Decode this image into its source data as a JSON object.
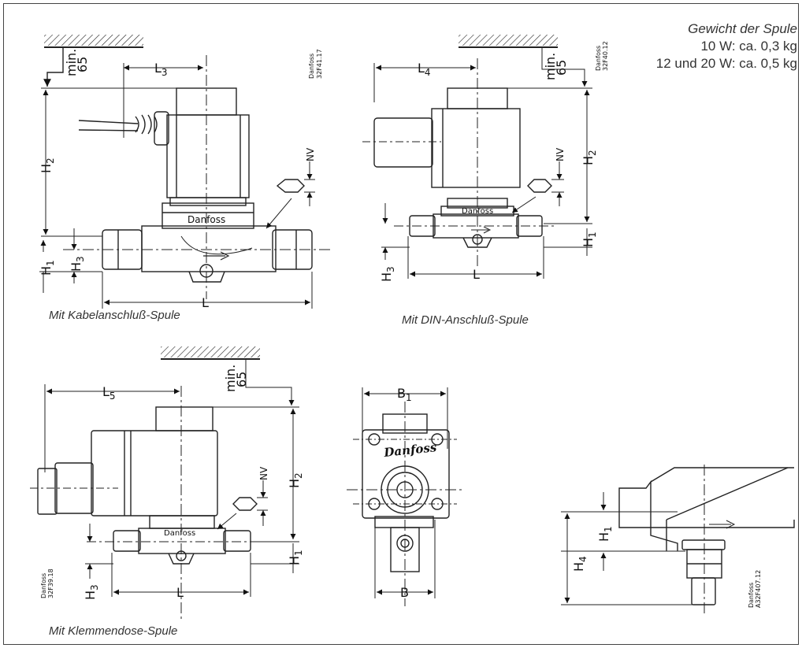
{
  "weight": {
    "title": "Gewicht der Spule",
    "line1": "10 W: ca. 0,3 kg",
    "line2": "12 und 20 W: ca. 0,5 kg"
  },
  "captions": {
    "cable": "Mit Kabelanschluß-Spule",
    "din": "Mit DIN-Anschluß-Spule",
    "terminal": "Mit Klemmendose-Spule"
  },
  "dimensions": {
    "min": "min.",
    "min_value": "65",
    "L": "L",
    "L3": "L",
    "L3_sub": "3",
    "L4": "L",
    "L4_sub": "4",
    "L5": "L",
    "L5_sub": "5",
    "H1": "H",
    "H1_sub": "1",
    "H2": "H",
    "H2_sub": "2",
    "H3": "H",
    "H3_sub": "3",
    "H4": "H",
    "H4_sub": "4",
    "B": "B",
    "B1": "B",
    "B1_sub": "1",
    "NV": "NV"
  },
  "brand": {
    "body_label": "Danfoss",
    "logo_text": "Danfoss"
  },
  "codes": {
    "c1_line1": "Danfoss",
    "c1_line2": "32F41.17",
    "c2_line1": "Danfoss",
    "c2_line2": "32F40.12",
    "c3_line1": "Danfoss",
    "c3_line2": "32F39.18",
    "c4_line1": "Danfoss",
    "c4_line2": "A32F407.12"
  }
}
